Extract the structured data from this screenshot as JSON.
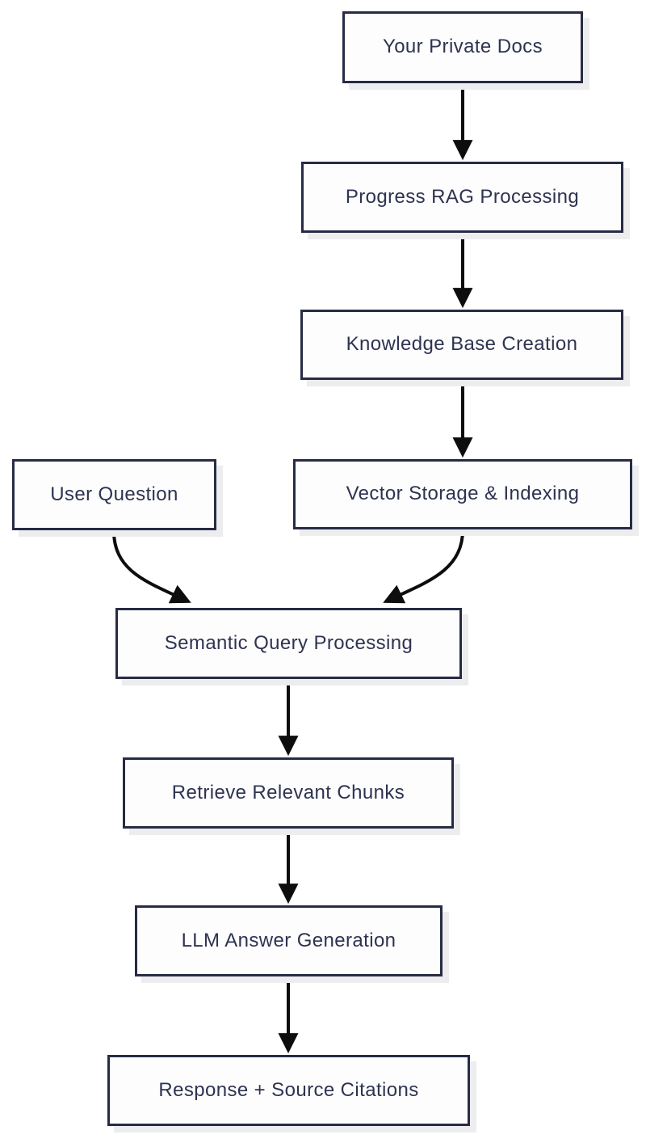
{
  "diagram": {
    "type": "flowchart",
    "orientation": "top-down",
    "nodes": [
      {
        "id": "docs",
        "label": "Your Private Docs"
      },
      {
        "id": "rag",
        "label": "Progress RAG Processing"
      },
      {
        "id": "kb",
        "label": "Knowledge Base Creation"
      },
      {
        "id": "vector",
        "label": "Vector Storage & Indexing"
      },
      {
        "id": "question",
        "label": "User Question"
      },
      {
        "id": "semantic",
        "label": "Semantic Query Processing"
      },
      {
        "id": "retrieve",
        "label": "Retrieve Relevant Chunks"
      },
      {
        "id": "llm",
        "label": "LLM Answer Generation"
      },
      {
        "id": "response",
        "label": "Response + Source Citations"
      }
    ],
    "edges": [
      {
        "from": "docs",
        "to": "rag"
      },
      {
        "from": "rag",
        "to": "kb"
      },
      {
        "from": "kb",
        "to": "vector"
      },
      {
        "from": "question",
        "to": "semantic"
      },
      {
        "from": "vector",
        "to": "semantic"
      },
      {
        "from": "semantic",
        "to": "retrieve"
      },
      {
        "from": "retrieve",
        "to": "llm"
      },
      {
        "from": "llm",
        "to": "response"
      }
    ],
    "colors": {
      "background": "#ffffff",
      "node_fill": "#fdfdfe",
      "node_border": "#272b44",
      "node_text": "#2e3350",
      "node_shadow": "#ededf0",
      "arrow": "#0d0d0d"
    }
  }
}
